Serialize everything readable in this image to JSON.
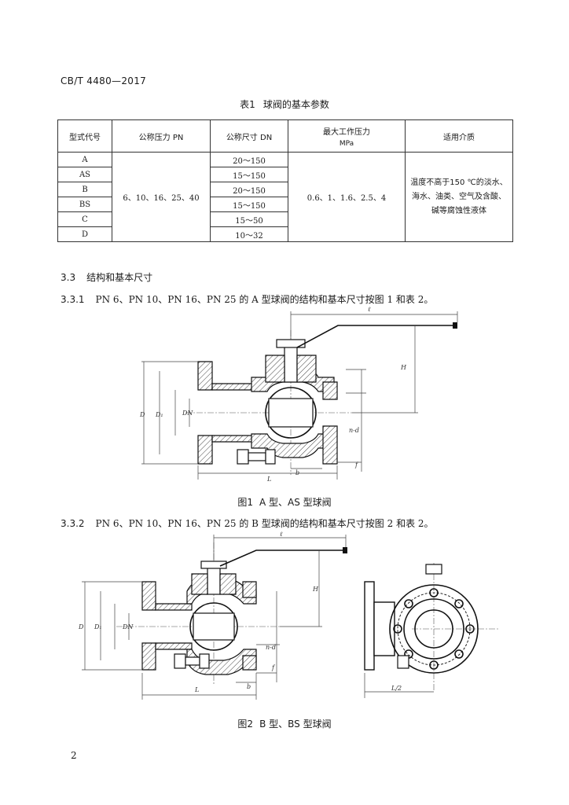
{
  "header": {
    "standard_code": "CB/T 4480—2017"
  },
  "table1": {
    "caption_number": "表1",
    "caption_title": "球阀的基本参数",
    "headers": {
      "type_code": "型式代号",
      "nominal_pressure": "公称压力 PN",
      "nominal_size": "公称尺寸 DN",
      "max_pressure_line1": "最大工作压力",
      "max_pressure_line2": "MPa",
      "medium": "适用介质"
    },
    "rows": [
      {
        "type": "A",
        "size": "20～150"
      },
      {
        "type": "AS",
        "size": "15～150"
      },
      {
        "type": "B",
        "size": "20～150"
      },
      {
        "type": "BS",
        "size": "15～150"
      },
      {
        "type": "C",
        "size": "15～50"
      },
      {
        "type": "D",
        "size": "10～32"
      }
    ],
    "pressure_values": "6、10、16、25、40",
    "max_pressure_values": "0.6、1、1.6、2.5、4",
    "medium_text": "温度不高于150 ℃的淡水、海水、油类、空气及含酸、碱等腐蚀性液体"
  },
  "section": {
    "number": "3.3",
    "title": "结构和基本尺寸"
  },
  "clause_331": {
    "number": "3.3.1",
    "text": "PN 6、PN 10、PN 16、PN 25 的 A 型球阀的结构和基本尺寸按图 1 和表 2。"
  },
  "figure1": {
    "caption_number": "图1",
    "caption_title": "A 型、AS 型球阀",
    "labels": {
      "l_top": "ℓ",
      "H": "H",
      "D": "D",
      "D1": "D₁",
      "DN": "DN",
      "nd": "n-d",
      "L": "L",
      "b": "b",
      "f": "f"
    }
  },
  "clause_332": {
    "number": "3.3.2",
    "text": "PN 6、PN 10、PN 16、PN 25 的 B 型球阀的结构和基本尺寸按图 2 和表 2。"
  },
  "figure2": {
    "caption_number": "图2",
    "caption_title": "B 型、BS 型球阀",
    "labels": {
      "l_top": "ℓ",
      "H": "H",
      "D": "D",
      "D1": "D₁",
      "DN": "DN",
      "nd": "n-d",
      "L": "L",
      "b": "b",
      "f": "f",
      "L2": "L/2"
    }
  },
  "footer": {
    "page_number": "2"
  }
}
